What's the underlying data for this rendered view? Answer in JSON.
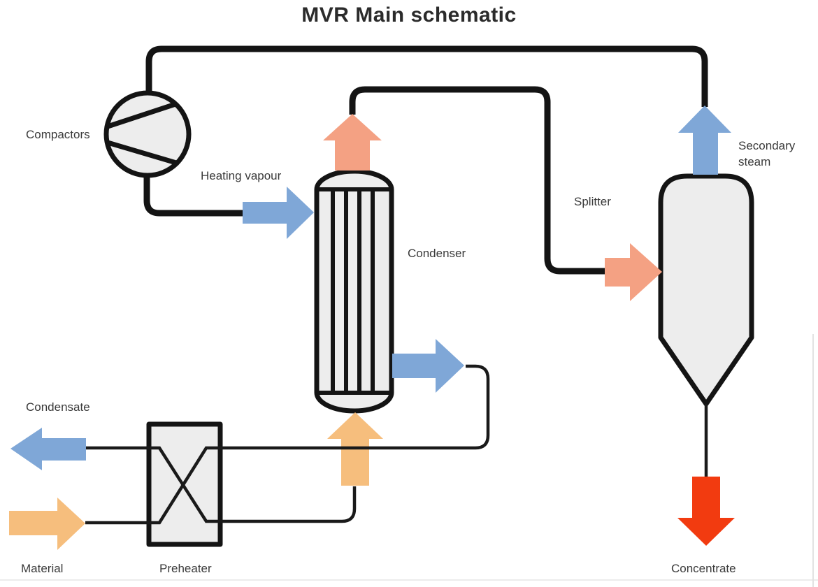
{
  "title": "MVR Main schematic",
  "labels": {
    "compressor": "Compactors",
    "heating_vapour": "Heating vapour",
    "condenser": "Condenser",
    "splitter": "Splitter",
    "secondary_steam": "Secondary steam",
    "condensate": "Condensate",
    "material": "Material",
    "preheater": "Preheater",
    "concentrate": "Concentrate"
  },
  "colors": {
    "blue": "#7fa7d7",
    "salmon": "#f4a183",
    "tan": "#f6be7d",
    "red": "#f23b10",
    "pipe": "#141414",
    "vessel_fill": "#ededed"
  }
}
